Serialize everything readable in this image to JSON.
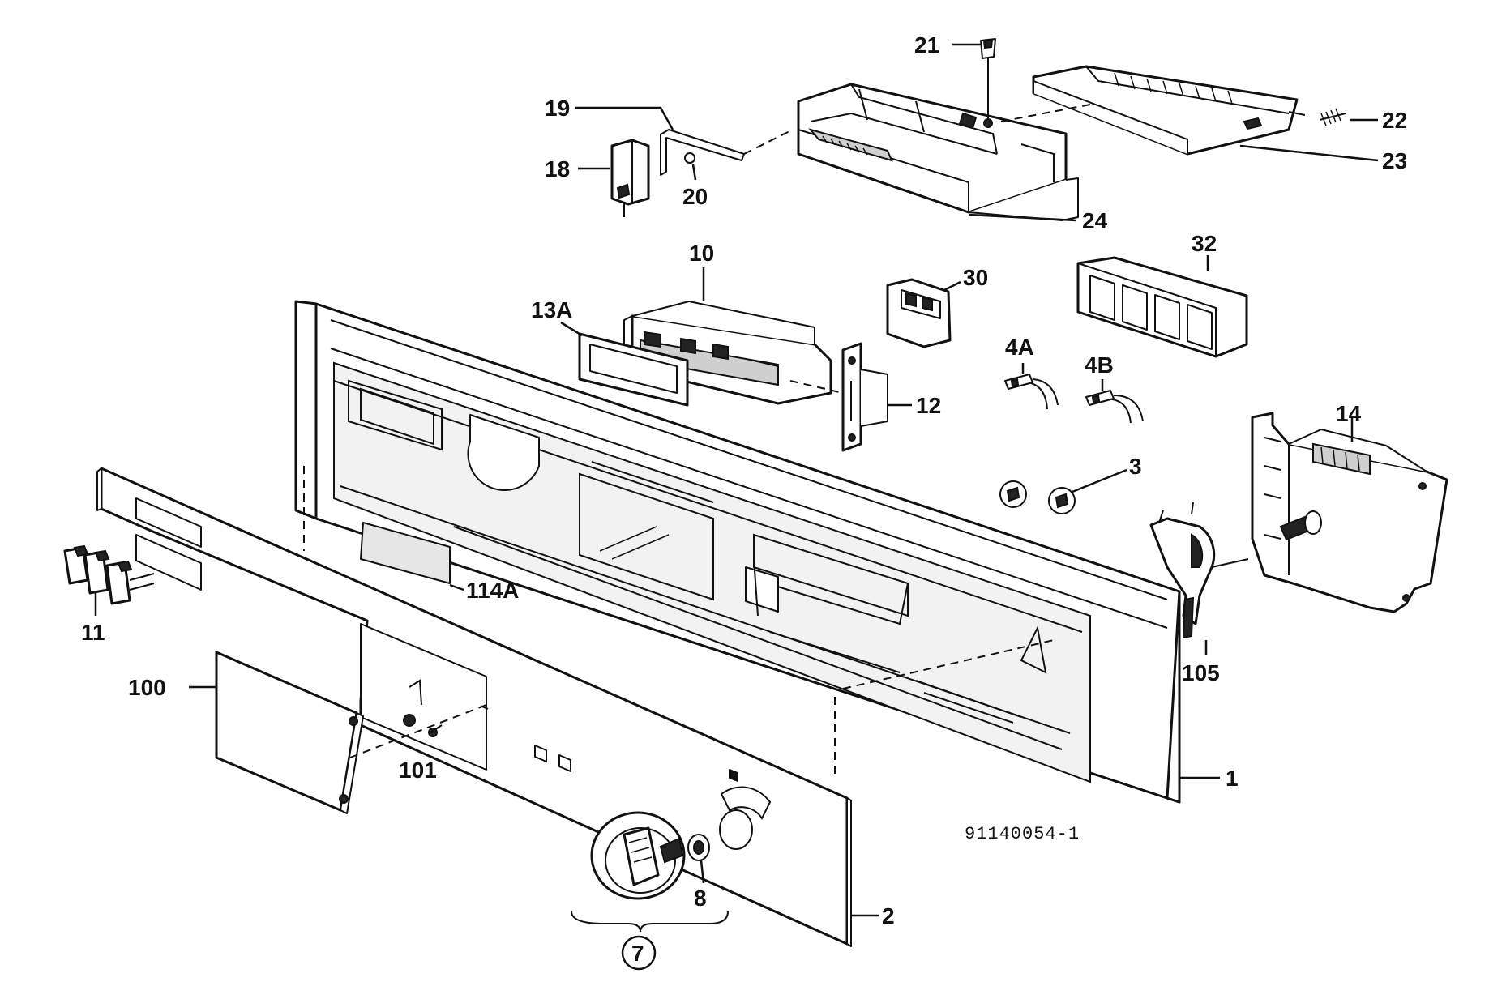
{
  "labels": {
    "p1": "1",
    "p2": "2",
    "p3": "3",
    "p4a": "4A",
    "p4b": "4B",
    "p7": "7",
    "p8": "8",
    "p10": "10",
    "p11": "11",
    "p12": "12",
    "p13a": "13A",
    "p14": "14",
    "p18": "18",
    "p19": "19",
    "p20": "20",
    "p21": "21",
    "p22": "22",
    "p23": "23",
    "p24": "24",
    "p30": "30",
    "p32": "32",
    "p100": "100",
    "p101": "101",
    "p105": "105",
    "p114a": "114A"
  },
  "drawing_number": "91140054-1"
}
